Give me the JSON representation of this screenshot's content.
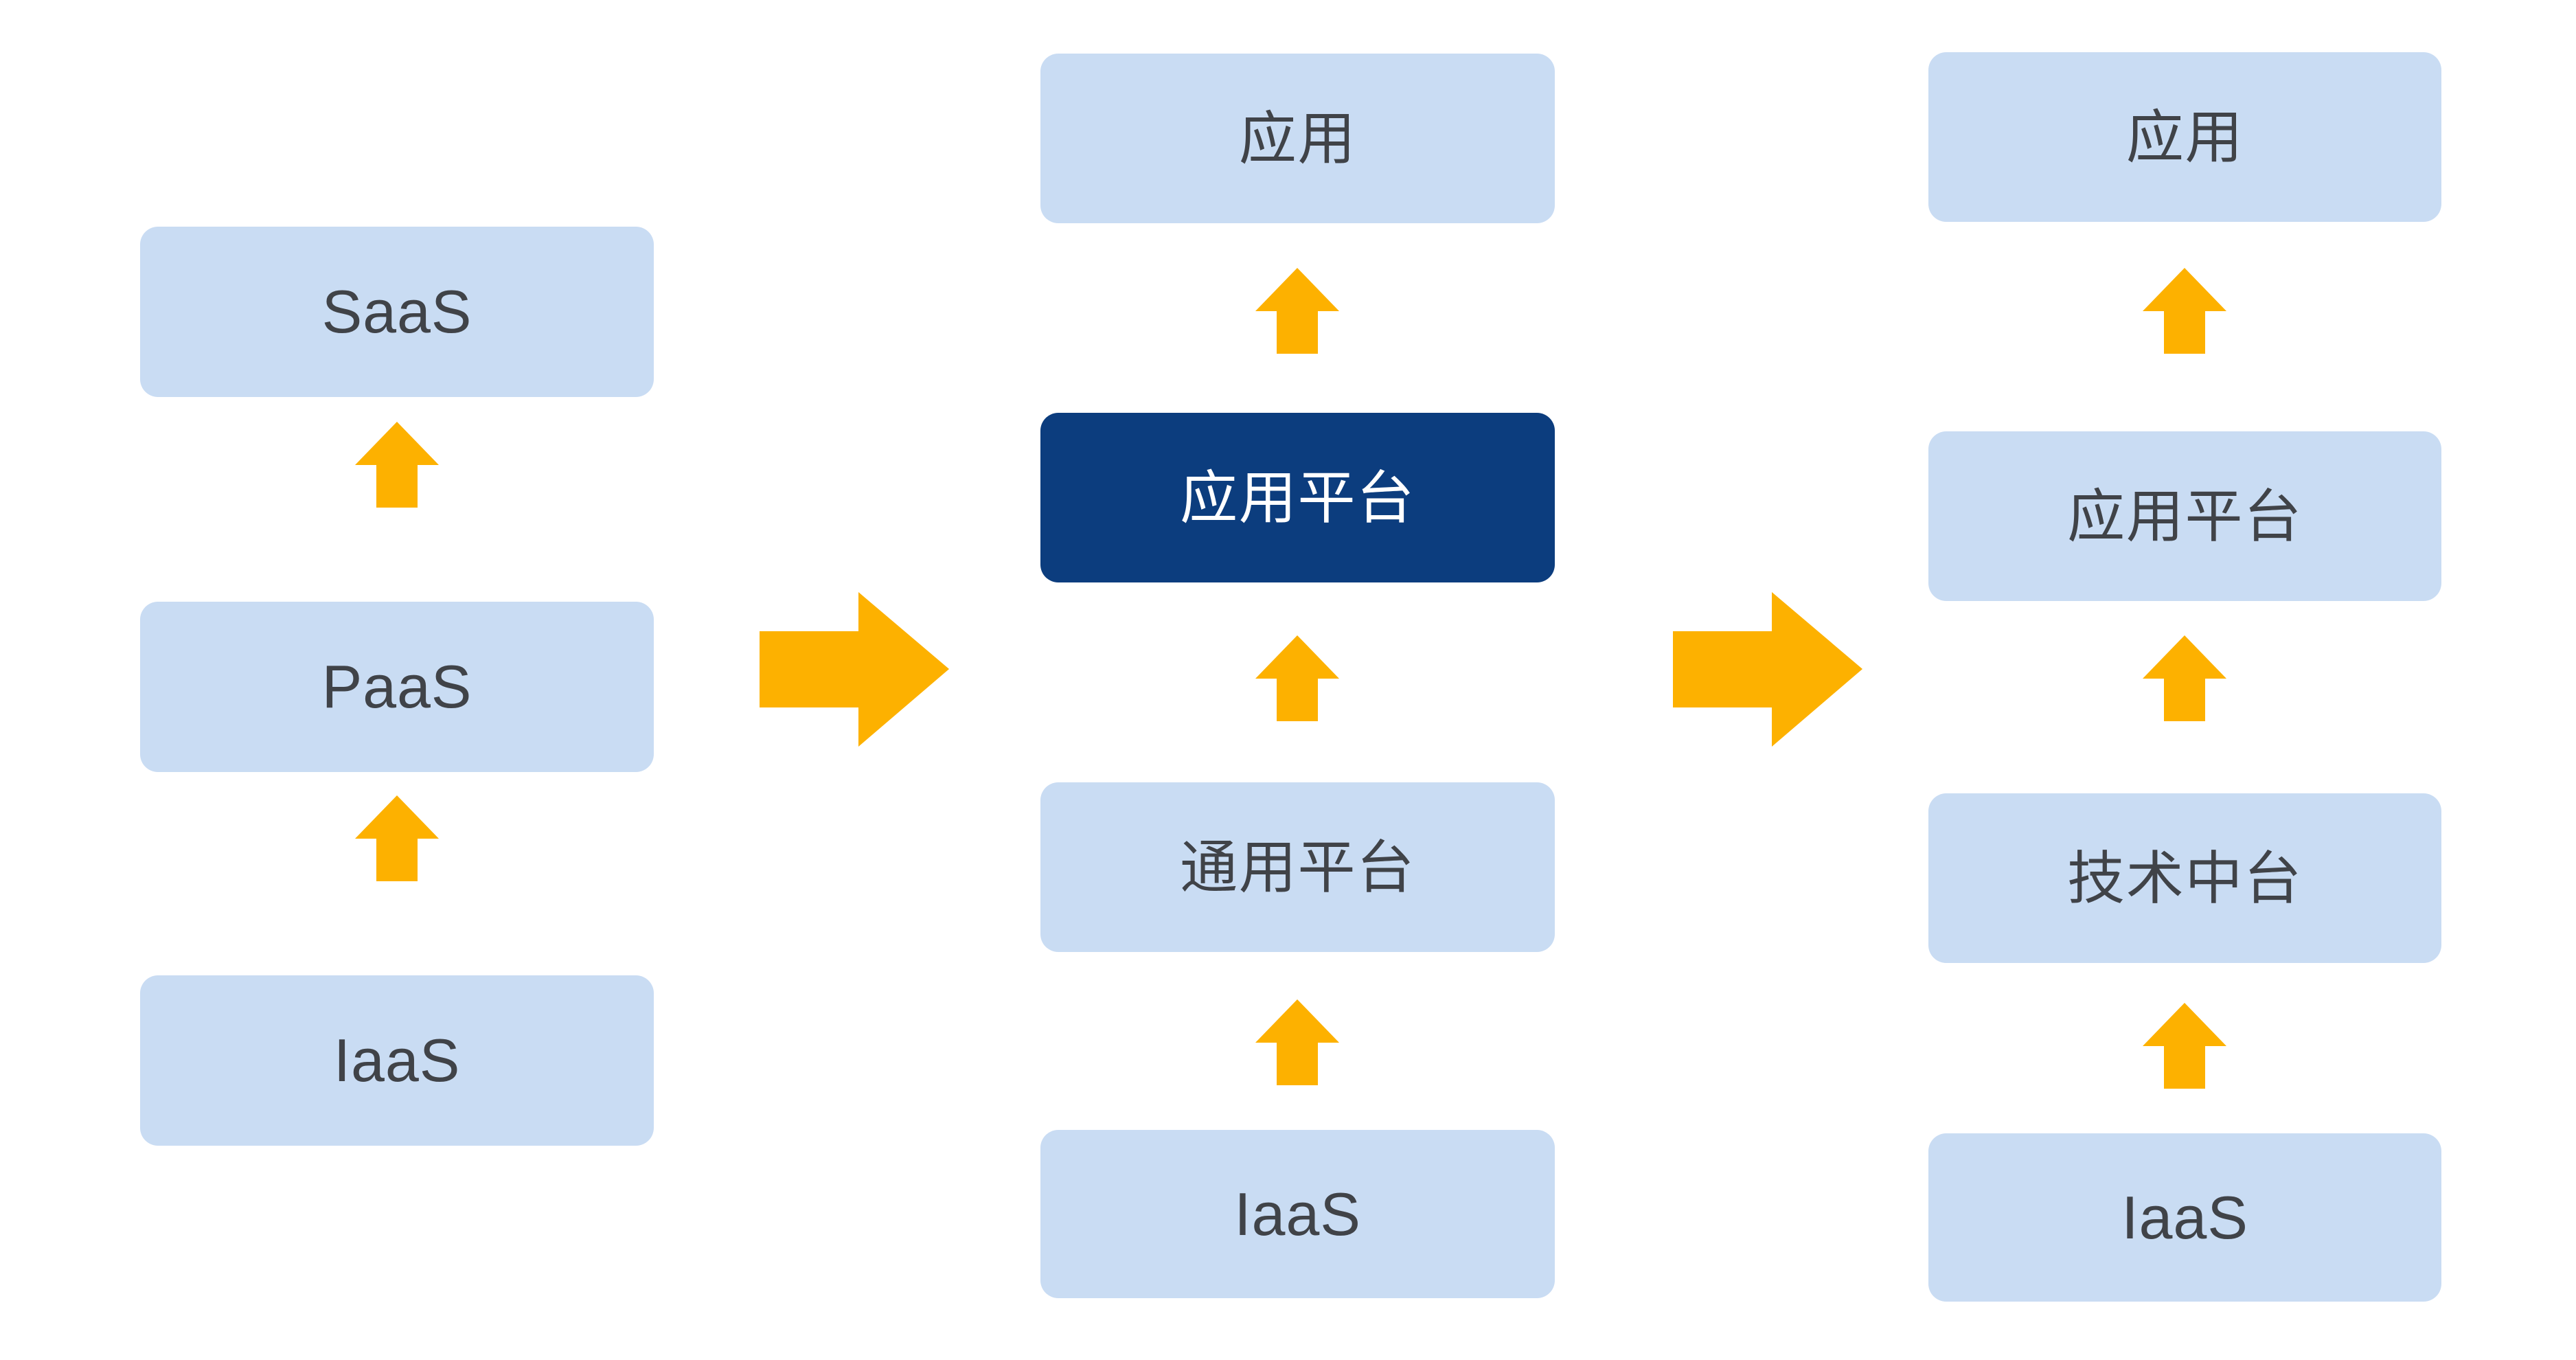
{
  "diagram": {
    "type": "layered-architecture-evolution",
    "background_color": "#ffffff",
    "palette": {
      "box_light_fill": "#c9dcf3",
      "box_light_text": "#404348",
      "box_dark_fill": "#0c3d7e",
      "box_dark_text": "#ffffff",
      "arrow_fill": "#FDB100"
    },
    "columns": [
      {
        "id": "column-traditional",
        "boxes": [
          {
            "label": "SaaS",
            "style": "light",
            "script": "latin"
          },
          {
            "label": "PaaS",
            "style": "light",
            "script": "latin"
          },
          {
            "label": "IaaS",
            "style": "light",
            "script": "latin"
          }
        ],
        "up_arrows": 2
      },
      {
        "id": "column-platform",
        "boxes": [
          {
            "label": "应用",
            "style": "light",
            "script": "cjk"
          },
          {
            "label": "应用平台",
            "style": "dark",
            "script": "cjk"
          },
          {
            "label": "通用平台",
            "style": "light",
            "script": "cjk"
          },
          {
            "label": "IaaS",
            "style": "light",
            "script": "latin"
          }
        ],
        "up_arrows": 3
      },
      {
        "id": "column-middle-platform",
        "boxes": [
          {
            "label": "应用",
            "style": "light",
            "script": "cjk"
          },
          {
            "label": "应用平台",
            "style": "light",
            "script": "cjk"
          },
          {
            "label": "技术中台",
            "style": "light",
            "script": "cjk"
          },
          {
            "label": "IaaS",
            "style": "light",
            "script": "latin"
          }
        ],
        "up_arrows": 3
      }
    ],
    "transition_arrows": [
      {
        "id": "transition-arrow-1",
        "direction": "right",
        "from": "column-traditional",
        "to": "column-platform"
      },
      {
        "id": "transition-arrow-2",
        "direction": "right",
        "from": "column-platform",
        "to": "column-middle-platform"
      }
    ]
  }
}
